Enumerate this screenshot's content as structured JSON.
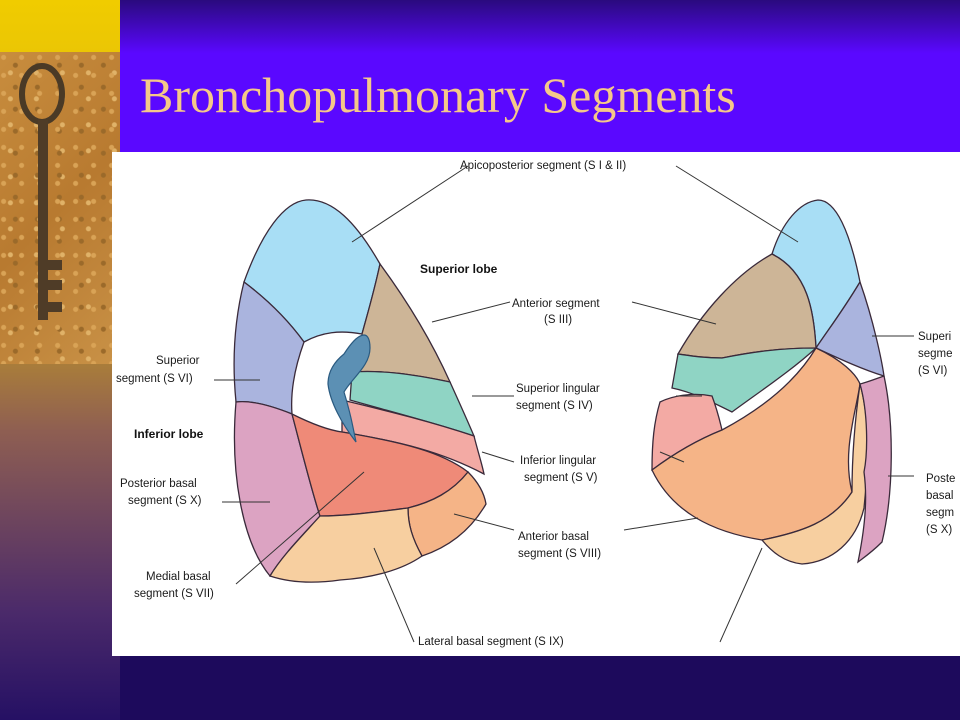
{
  "slide": {
    "title": "Bronchopulmonary Segments"
  },
  "diagram": {
    "labels": {
      "apicoposterior": "Apicoposterior segment (S I & II)",
      "superior_lobe": "Superior lobe",
      "anterior_l1": "Anterior segment",
      "anterior_l2": "(S III)",
      "sup_seg_l1": "Superior",
      "sup_seg_l2": "segment (S VI)",
      "sup_lingular_l1": "Superior lingular",
      "sup_lingular_l2": "segment (S IV)",
      "inferior_lobe": "Inferior lobe",
      "inf_lingular_l1": "Inferior lingular",
      "inf_lingular_l2": "segment (S V)",
      "post_basal_l1": "Posterior basal",
      "post_basal_l2": "segment (S X)",
      "ant_basal_l1": "Anterior basal",
      "ant_basal_l2": "segment (S VIII)",
      "med_basal_l1": "Medial basal",
      "med_basal_l2": "segment (S VII)",
      "lateral_basal": "Lateral basal segment (S IX)",
      "right_sup_l1": "Superi",
      "right_sup_l2": "segme",
      "right_sup_l3": "(S VI)",
      "right_post_l1": "Poste",
      "right_post_l2": "basal",
      "right_post_l3": "segm",
      "right_post_l4": "(S X)"
    },
    "colors": {
      "apicoposterior": "#a8def5",
      "anterior": "#cdb597",
      "superior_segment": "#aab4de",
      "superior_lingular": "#8fd4c4",
      "inferior_lingular": "#f3aaa4",
      "posterior_basal": "#dca3c2",
      "anterior_basal": "#f5b487",
      "medial_basal": "#ef8a78",
      "lateral_basal": "#f7cfa0",
      "cardiac_notch": "#5c90b4"
    }
  }
}
